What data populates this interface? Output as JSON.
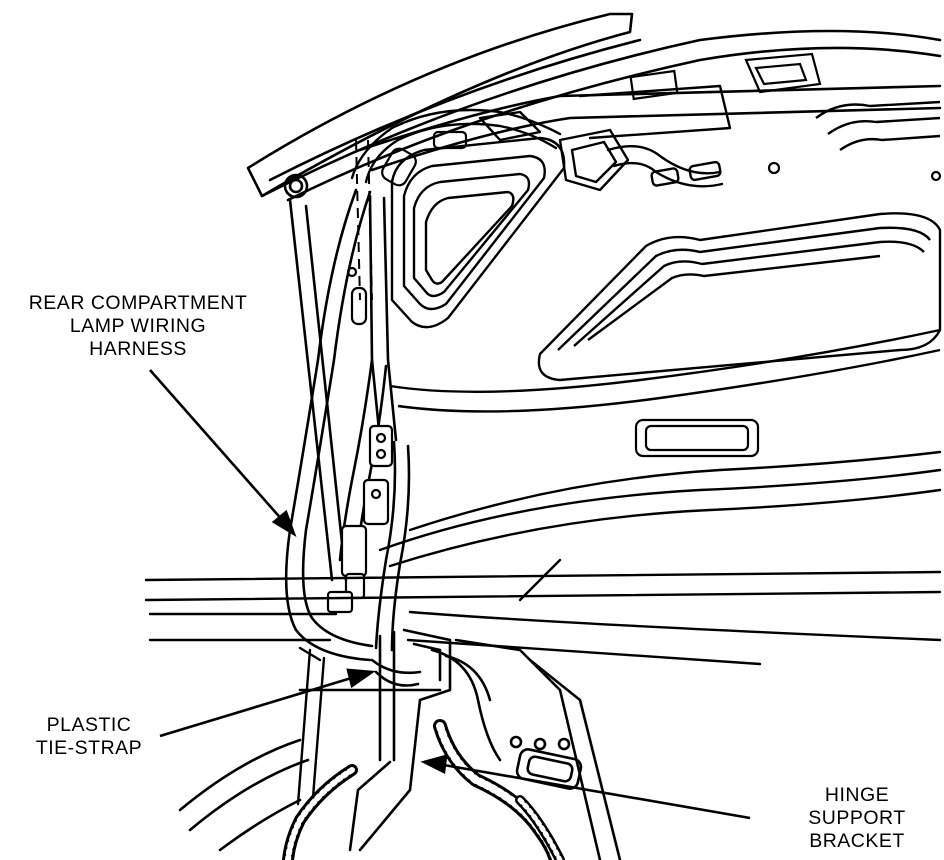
{
  "labels": {
    "harness": [
      "REAR COMPARTMENT",
      "LAMP WIRING",
      "HARNESS"
    ],
    "tie_strap": [
      "PLASTIC",
      "TIE-STRAP"
    ],
    "bracket": [
      "HINGE",
      "SUPPORT",
      "BRACKET"
    ]
  },
  "colors": {
    "ink": "#000000",
    "paper": "#ffffff"
  }
}
